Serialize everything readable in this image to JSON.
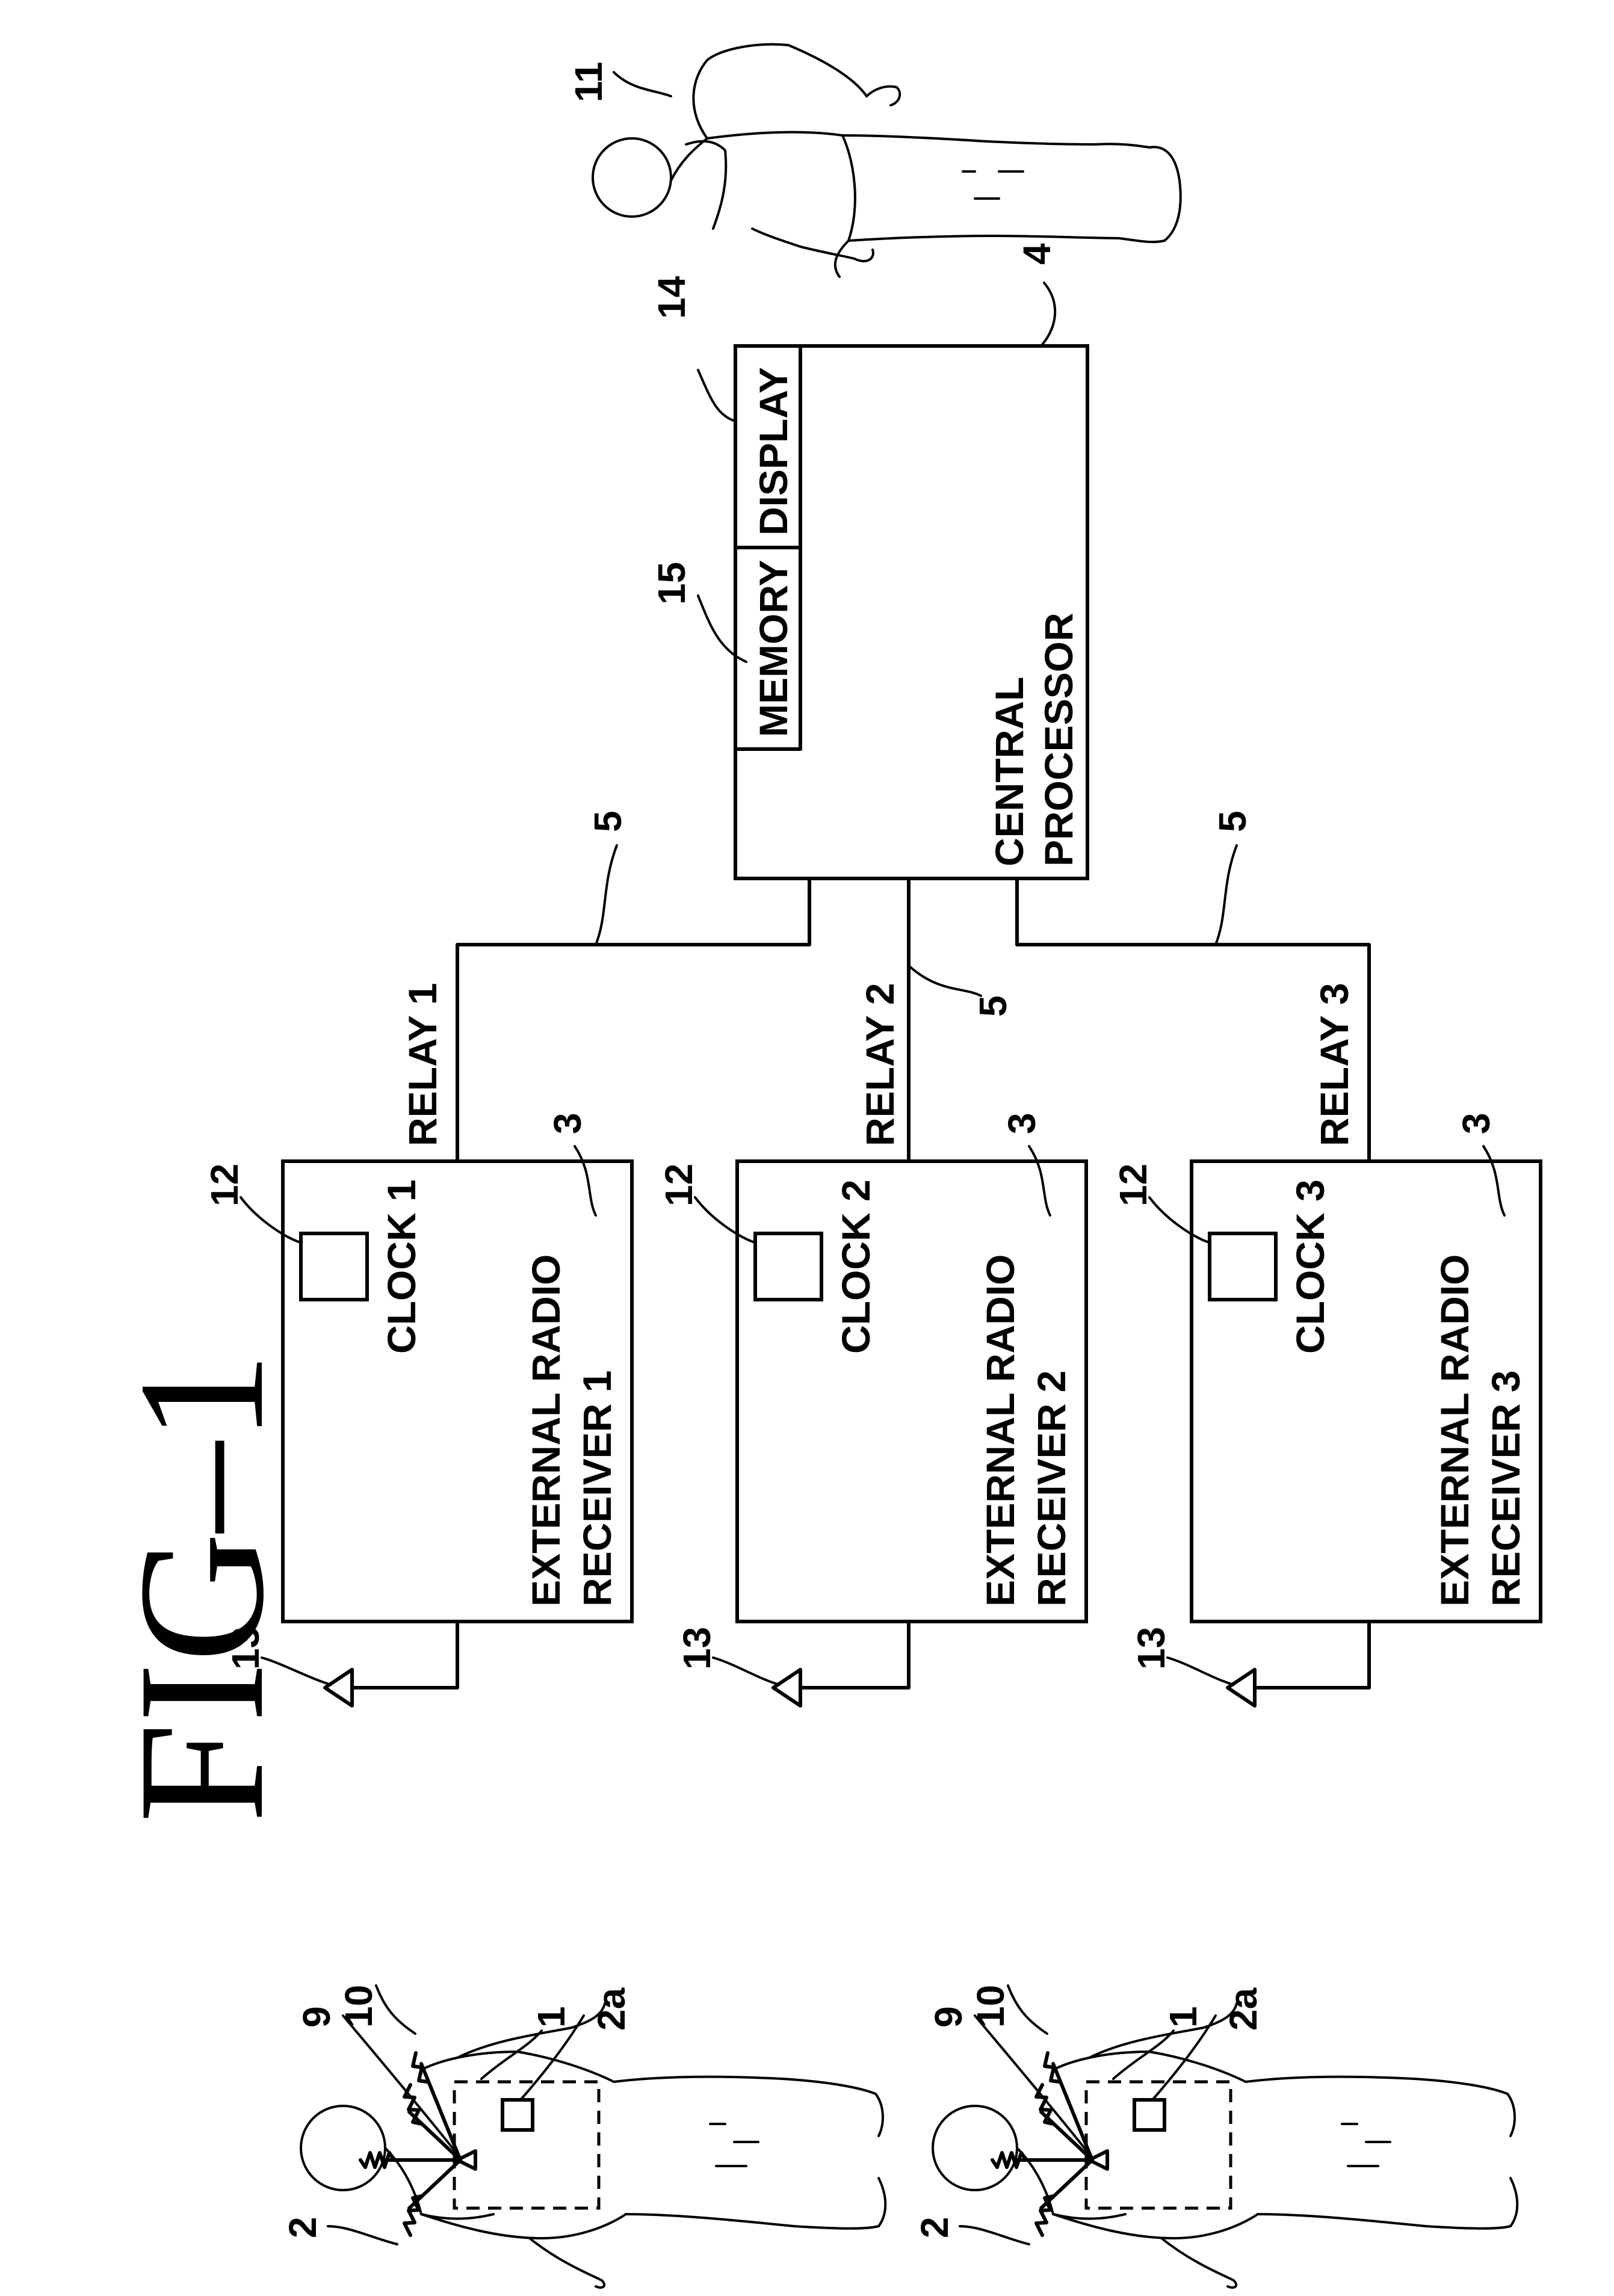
{
  "figure_title": "FIG–1",
  "central_processor": {
    "label": "CENTRAL PROCESSOR",
    "label_line1": "CENTRAL",
    "label_line2": "PROCESSOR",
    "ref": "4",
    "memory": {
      "label": "MEMORY",
      "ref": "15"
    },
    "display": {
      "label": "DISPLAY",
      "ref": "14"
    }
  },
  "connection_ref": "5",
  "receivers": [
    {
      "line1": "EXTERNAL RADIO",
      "line2": "RECEIVER 1",
      "clock": "CLOCK 1",
      "relay": "RELAY 1",
      "ref": "3",
      "clock_ref": "12",
      "antenna_ref": "13"
    },
    {
      "line1": "EXTERNAL RADIO",
      "line2": "RECEIVER 2",
      "clock": "CLOCK 2",
      "relay": "RELAY 2",
      "ref": "3",
      "clock_ref": "12",
      "antenna_ref": "13"
    },
    {
      "line1": "EXTERNAL RADIO",
      "line2": "RECEIVER 3",
      "clock": "CLOCK 3",
      "relay": "RELAY 3",
      "ref": "3",
      "clock_ref": "12",
      "antenna_ref": "13"
    }
  ],
  "patients": [
    {
      "ref": "2",
      "device_ref": "1",
      "sensor_ref": "2a",
      "transmitter_ref": "9",
      "signal_ref": "10"
    },
    {
      "ref": "2",
      "device_ref": "1",
      "sensor_ref": "2a",
      "transmitter_ref": "9",
      "signal_ref": "10"
    }
  ],
  "observer_ref": "11"
}
